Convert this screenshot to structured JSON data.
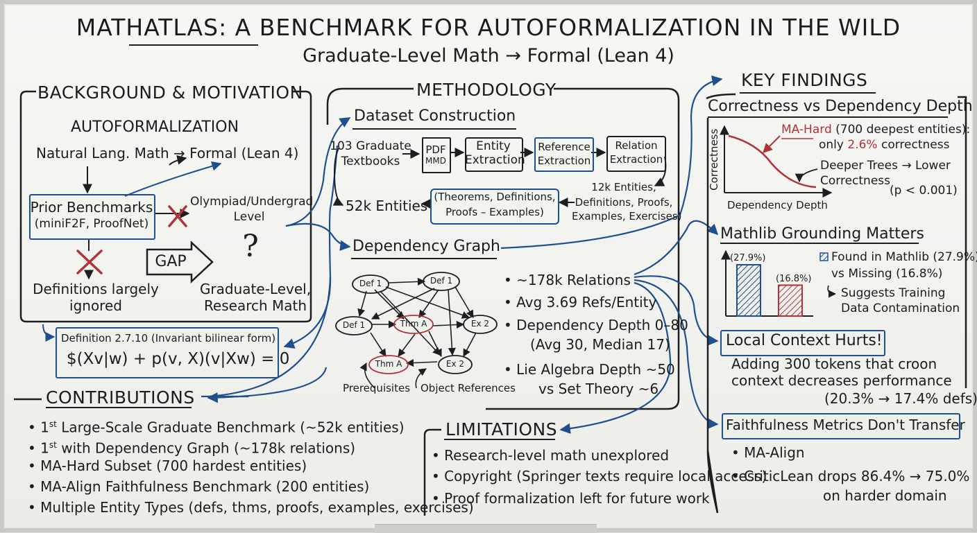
{
  "title": "MATHATLAS: A BENCHMARK FOR AUTOFORMALIZATION IN THE WILD",
  "subtitle": "Graduate-Level Math → Formal (Lean 4)",
  "background": {
    "heading": "BACKGROUND & MOTIVATION",
    "autoformalization": "AUTOFORMALIZATION",
    "nl_to_formal": "Natural Lang. Math → Formal (Lean 4)",
    "prior_benchmarks_line1": "Prior Benchmarks",
    "prior_benchmarks_line2": "(miniF2F, ProofNet)",
    "olympiad_line1": "Olympiad/Undergrad",
    "olympiad_line2": "Level",
    "gap": "GAP",
    "question_mark": "?",
    "definitions_line1": "Definitions largely",
    "definitions_line2": "ignored",
    "graduate_line1": "Graduate-Level,",
    "graduate_line2": "Research Math"
  },
  "definition_box": {
    "label": "Definition 2.7.10 (Invariant bilinear form)",
    "formula": "$(Xv|w) + p(v, X)(v|Xw) = 0"
  },
  "methodology": {
    "heading": "METHODOLOGY",
    "dataset_construction": "Dataset Construction",
    "textbooks_line1": "103 Graduate",
    "textbooks_line2": "Textbooks",
    "pdf_line1": "PDF",
    "pdf_line2": "MMD",
    "steps": [
      {
        "line1": "Entity",
        "line2": "Extraction"
      },
      {
        "line1": "Reference",
        "line2": "Extraction"
      },
      {
        "line1": "Relation",
        "line2": "Extraction"
      }
    ],
    "entities_count": "52k Entities",
    "entity_types_line1": "(Theorems, Definitions,",
    "entity_types_line2": "Proofs – Examples)",
    "twelve_k_lines": [
      "12k Entities,",
      "Definitions, Proofs,",
      "Examples, Exercises)"
    ],
    "dependency_graph": "Dependency Graph",
    "graph_nodes": [
      "Def 1",
      "Def 1",
      "Def 1",
      "Thm A",
      "Ex 2",
      "Thm A",
      "Ex 2"
    ],
    "prerequisites": "Prerequisites",
    "object_references": "Object References",
    "stats": [
      "• ~178k Relations",
      "• Avg 3.69 Refs/Entity",
      "• Dependency Depth 0–80",
      "(Avg 30, Median 17)",
      "• Lie Algebra Depth ~50",
      "vs Set Theory ~6"
    ]
  },
  "contributions": {
    "heading": "CONTRIBUTIONS",
    "items": [
      {
        "pre": "• 1",
        "sup": "st",
        "post": " Large-Scale Graduate Benchmark (~52k entities)"
      },
      {
        "pre": "• 1",
        "sup": "st",
        "post": " with Dependency Graph (~178k relations)"
      },
      {
        "pre": "• MA-Hard Subset (700 hardest entities)",
        "sup": "",
        "post": ""
      },
      {
        "pre": "• MA-Align Faithfulness Benchmark (200 entities)",
        "sup": "",
        "post": ""
      },
      {
        "pre": "• Multiple Entity Types (defs, thms, proofs, examples, exercises)",
        "sup": "",
        "post": ""
      }
    ]
  },
  "limitations": {
    "heading": "LIMITATIONS",
    "items": [
      "• Research-level math unexplored",
      "• Copyright (Springer texts require local access)",
      "• Proof formalization left for future work"
    ]
  },
  "findings": {
    "heading": "KEY FINDINGS",
    "correctness": {
      "heading": "Correctness vs Dependency Depth",
      "ylabel": "Correctness",
      "xlabel": "Dependency Depth",
      "ma_hard": "MA-Hard",
      "ma_hard_rest": " (700 deepest entities):",
      "only": "only ",
      "pct": "2.6%",
      "correctness_word": " correctness",
      "deeper_line1": "Deeper Trees → Lower",
      "deeper_line2": "Correctness",
      "pvalue": "(p < 0.001)"
    },
    "mathlib": {
      "heading": "Mathlib Grounding Matters",
      "bar_labels": [
        "(27.9%)",
        "(16.8%)"
      ],
      "legend_line1": "Found in Mathlib (27.9%)",
      "legend_line2": "vs Missing (16.8%)",
      "suggests_line1": "Suggests Training",
      "suggests_line2": "Data Contamination"
    },
    "local_context": {
      "heading": "Local Context Hurts!",
      "line1": "Adding 300 tokens that croon",
      "line2": "context decreases performance",
      "line3": "(20.3% → 17.4% defs)"
    },
    "faithfulness": {
      "heading": "Faithfulness Metrics Don't Transfer",
      "item1": "• MA-Align",
      "item2_line1": "• CriticLean drops 86.4% → 75.0%",
      "item2_line2": "on harder domain"
    }
  },
  "chart_data": [
    {
      "type": "line",
      "title": "Correctness vs Dependency Depth",
      "xlabel": "Dependency Depth",
      "ylabel": "Correctness",
      "series": [
        {
          "name": "",
          "trend": "decreasing"
        }
      ]
    },
    {
      "type": "bar",
      "title": "Mathlib Grounding Matters",
      "categories": [
        "Found in Mathlib",
        "Missing"
      ],
      "values": [
        27.9,
        16.8
      ],
      "colors": [
        "#1f4f8c",
        "#b0323a"
      ]
    }
  ],
  "colors": {
    "ink": "#1c1c1f",
    "blue": "#1f4f8c",
    "red": "#b0323a"
  }
}
